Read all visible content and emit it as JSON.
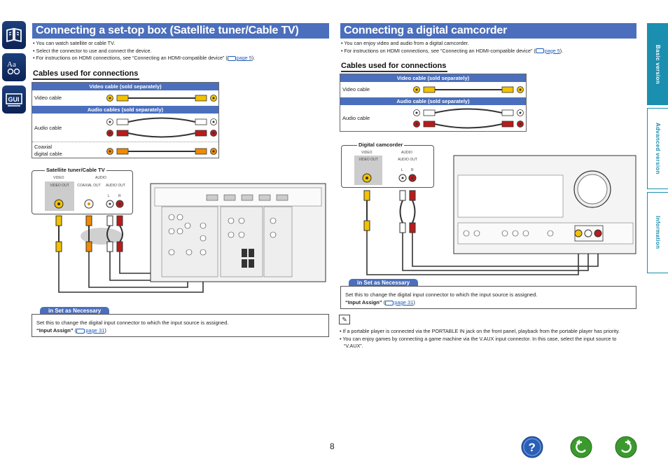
{
  "sidebar_left": {
    "icons": [
      {
        "name": "contents-book-icon"
      },
      {
        "name": "index-aa-icon"
      },
      {
        "name": "gui-icon",
        "label": "GUI"
      }
    ]
  },
  "right_tabs": [
    {
      "label": "Basic version",
      "active": true
    },
    {
      "label": "Advanced version",
      "active": false
    },
    {
      "label": "Information",
      "active": false
    }
  ],
  "left": {
    "title": "Connecting a set-top box (Satellite tuner/Cable TV)",
    "bullets": [
      "You can watch satellite or cable TV.",
      "Select the connector to use and connect the device.",
      "For instructions on HDMI connections, see “Connecting an HDMI-compatible device” ("
    ],
    "bullet3_link": "page 5",
    "bullet3_end": ").",
    "cables_heading": "Cables used for connections",
    "cable_table": {
      "header1": "Video cable (sold separately)",
      "row1": "Video cable",
      "header2": "Audio cables (sold separately)",
      "row2": "Audio cable",
      "row3a": "Coaxial",
      "row3b": "digital cable"
    },
    "device": {
      "title": "Satellite tuner/Cable TV",
      "video_group": "VIDEO",
      "audio_group": "AUDIO",
      "video_out": "VIDEO OUT",
      "coaxial_out": "COAXIAL OUT",
      "audio_out": "AUDIO OUT",
      "l": "L",
      "r": "R"
    },
    "note": {
      "tab": "in Set as Necessary",
      "text": "Set this to change the digital input connector to which the input source is assigned.",
      "bold": "“Input Assign”",
      "link": "page 31"
    }
  },
  "right": {
    "title": "Connecting a digital camcorder",
    "bullets": [
      "You can enjoy video and audio from a digital camcorder.",
      "For instructions on HDMI connections, see “Connecting an HDMI-compatible device” ("
    ],
    "bullet2_link": "page 5",
    "bullet2_end": ").",
    "cables_heading": "Cables used for connections",
    "cable_table": {
      "header1": "Video cable (sold separately)",
      "row1": "Video cable",
      "header2": "Audio cable (sold separately)",
      "row2": "Audio cable"
    },
    "device": {
      "title": "Digital camcorder",
      "video_group": "VIDEO",
      "audio_group": "AUDIO",
      "video_out": "VIDEO OUT",
      "audio_out": "AUDIO OUT",
      "l": "L",
      "r": "R"
    },
    "note": {
      "tab": "in Set as Necessary",
      "text": "Set this to change the digital input connector to which the input source is assigned.",
      "bold": "“Input Assign”",
      "link": "page 31"
    },
    "memo": [
      "If a portable player is connected via the PORTABLE IN jack on the front panel, playback from the portable player has priority.",
      "You can enjoy games by connecting a game machine via the V.AUX input connector. In this case, select the input source to “V.AUX”."
    ]
  },
  "page_number": "8",
  "nav": [
    {
      "name": "help-question-icon",
      "color": "#2a5fb6"
    },
    {
      "name": "back-arrow-icon",
      "color": "#3b9a2e"
    },
    {
      "name": "forward-arrow-icon",
      "color": "#3b9a2e"
    }
  ],
  "colors": {
    "accent": "#4b6fbd",
    "tab": "#1a8fb0",
    "yellow_plug": "#f2c200",
    "red_plug": "#b81c1c"
  }
}
